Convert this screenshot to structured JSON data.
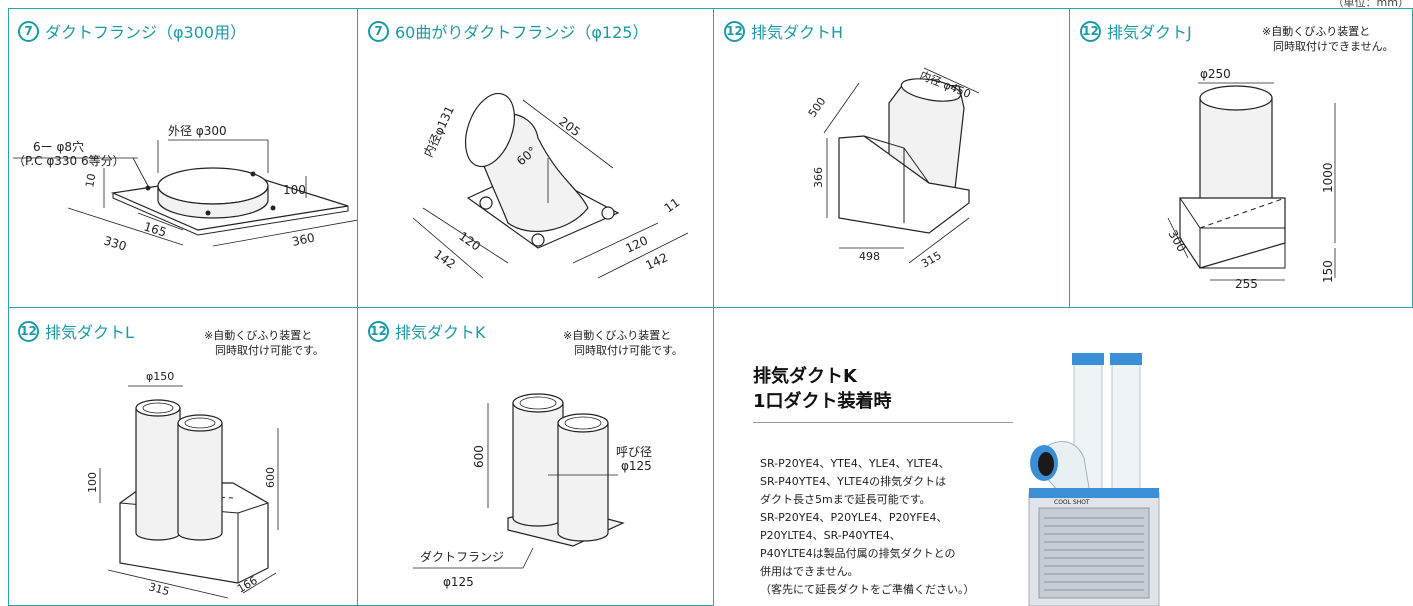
{
  "unit_label": "（単位：mm）",
  "cells": {
    "c1": {
      "num": "7",
      "title": "ダクトフランジ（φ300用）",
      "labels": {
        "outer": "外径 φ300",
        "holes": "6ー φ8穴",
        "pc": "（P.C φ330  6等分）",
        "d10": "10",
        "d100": "100",
        "d330": "330",
        "d165": "165",
        "d360": "360"
      }
    },
    "c2": {
      "num": "7",
      "title": "60曲がりダクトフランジ（φ125）",
      "labels": {
        "inner": "内径φ131",
        "d205": "205",
        "angle": "60°",
        "d11": "11",
        "d120a": "120",
        "d142a": "142",
        "d120b": "120",
        "d142b": "142"
      }
    },
    "c3": {
      "num": "12",
      "title": "排気ダクトH",
      "labels": {
        "inner": "内径 φ450",
        "d500": "500",
        "d366": "366",
        "d498": "498",
        "d315": "315"
      }
    },
    "c4": {
      "num": "12",
      "title": "排気ダクトJ",
      "note": "※自動くびふり装置と\n　同時取付けできません。",
      "labels": {
        "d250": "φ250",
        "d1000": "1000",
        "d300": "300",
        "d255": "255",
        "d150": "150"
      }
    },
    "c5": {
      "num": "12",
      "title": "排気ダクトL",
      "note": "※自動くびふり装置と\n　同時取付け可能です。",
      "labels": {
        "d150": "φ150",
        "d100": "100",
        "d600": "600",
        "d315": "315",
        "d166": "166"
      }
    },
    "c6": {
      "num": "12",
      "title": "排気ダクトK",
      "note": "※自動くびふり装置と\n　同時取付け可能です。",
      "labels": {
        "d600": "600",
        "yobi": "呼び径",
        "d125": "φ125",
        "flange": "ダクトフランジ",
        "flange_d": "φ125"
      }
    }
  },
  "info": {
    "title_line1": "排気ダクトK",
    "title_line2": "1口ダクト装着時",
    "body": [
      "SR-P20YE4、YTE4、YLE4、YLTE4、",
      "SR-P40YTE4、YLTE4の排気ダクトは",
      "ダクト長さ5mまで延長可能です。",
      "SR-P20YE4、P20YLE4、P20YFE4、",
      "P20YLTE4、SR-P40YTE4、",
      "P40YLTE4は製品付属の排気ダクトとの",
      "併用はできません。",
      "（客先にて延長ダクトをご準備ください。）"
    ],
    "product_brand": "COOL SHOT"
  },
  "colors": {
    "accent": "#1b9aa6",
    "cell_border": "#2aa6a6",
    "unit_blue": "#3a8fd6",
    "duct_white": "#e8f0f4"
  }
}
